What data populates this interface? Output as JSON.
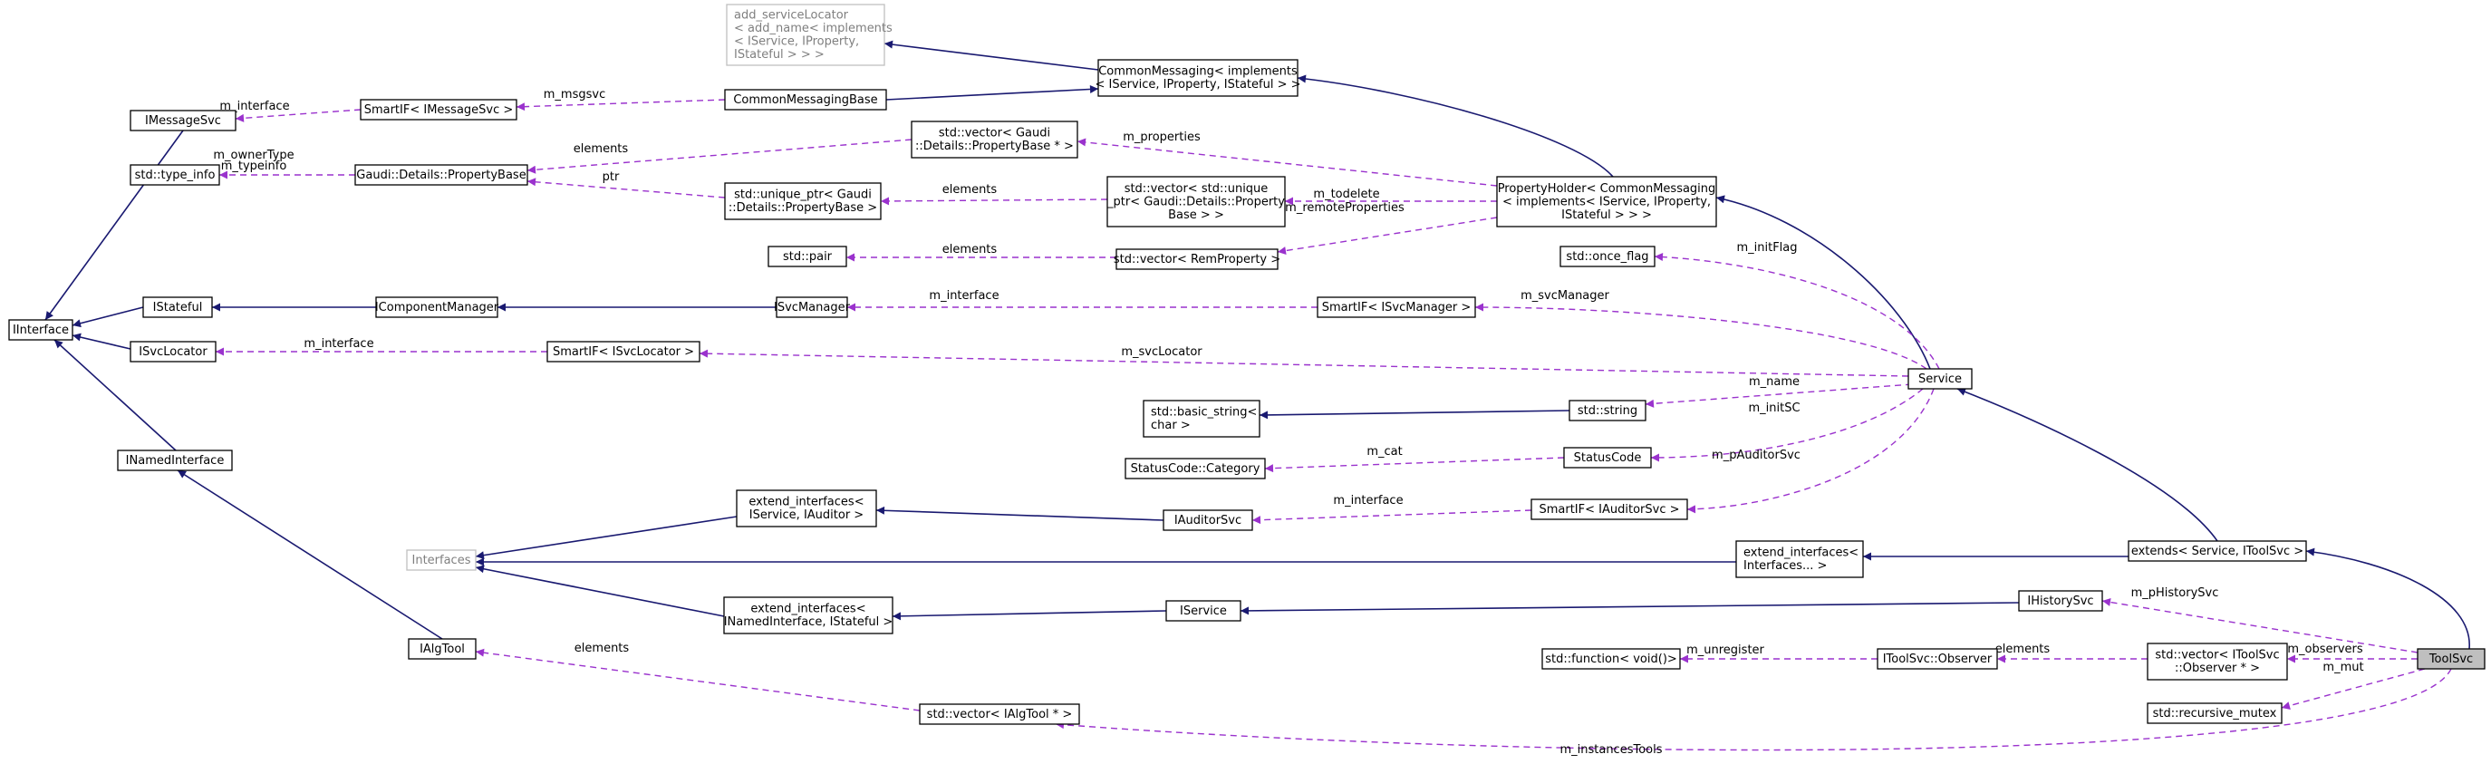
{
  "nodes": [
    {
      "id": "add_serviceLocator",
      "lines": [
        "add_serviceLocator",
        "< add_name< implements",
        "< IService, IProperty,",
        "IStateful > > >"
      ],
      "style": "gray",
      "align": "left"
    },
    {
      "id": "CommonMessaging",
      "lines": [
        "CommonMessaging< implements",
        "< IService, IProperty, IStateful > >"
      ]
    },
    {
      "id": "CommonMessagingBase",
      "lines": [
        "CommonMessagingBase"
      ]
    },
    {
      "id": "IMessageSvc",
      "lines": [
        "IMessageSvc"
      ]
    },
    {
      "id": "SmartIF_IMessageSvc",
      "lines": [
        "SmartIF< IMessageSvc >"
      ]
    },
    {
      "id": "std_vector_PropertyBase_ptr",
      "lines": [
        "std::vector< Gaudi",
        "::Details::PropertyBase * >"
      ]
    },
    {
      "id": "std_type_info",
      "lines": [
        "std::type_info"
      ]
    },
    {
      "id": "PropertyBase",
      "lines": [
        "Gaudi::Details::PropertyBase"
      ]
    },
    {
      "id": "std_unique_ptr_PropertyBase",
      "lines": [
        "std::unique_ptr< Gaudi",
        "::Details::PropertyBase >"
      ]
    },
    {
      "id": "std_vector_unique_ptr",
      "lines": [
        "std::vector< std::unique",
        "_ptr< Gaudi::Details::Property",
        "Base > >"
      ]
    },
    {
      "id": "PropertyHolder",
      "lines": [
        "PropertyHolder< CommonMessaging",
        "< implements< IService, IProperty,",
        "IStateful > > >"
      ]
    },
    {
      "id": "std_pair",
      "lines": [
        "std::pair"
      ]
    },
    {
      "id": "std_vector_RemProperty",
      "lines": [
        "std::vector< RemProperty >"
      ]
    },
    {
      "id": "std_once_flag",
      "lines": [
        "std::once_flag"
      ]
    },
    {
      "id": "IInterface",
      "lines": [
        "IInterface"
      ]
    },
    {
      "id": "IStateful",
      "lines": [
        "IStateful"
      ]
    },
    {
      "id": "IComponentManager",
      "lines": [
        "IComponentManager"
      ]
    },
    {
      "id": "ISvcManager",
      "lines": [
        "ISvcManager"
      ]
    },
    {
      "id": "SmartIF_ISvcManager",
      "lines": [
        "SmartIF< ISvcManager >"
      ]
    },
    {
      "id": "ISvcLocator",
      "lines": [
        "ISvcLocator"
      ]
    },
    {
      "id": "SmartIF_ISvcLocator",
      "lines": [
        "SmartIF< ISvcLocator >"
      ]
    },
    {
      "id": "Service",
      "lines": [
        "Service"
      ]
    },
    {
      "id": "std_basic_string",
      "lines": [
        "std::basic_string<",
        "char >"
      ],
      "align": "left"
    },
    {
      "id": "std_string",
      "lines": [
        "std::string"
      ]
    },
    {
      "id": "StatusCode_Category",
      "lines": [
        "StatusCode::Category"
      ]
    },
    {
      "id": "StatusCode",
      "lines": [
        "StatusCode"
      ]
    },
    {
      "id": "INamedInterface",
      "lines": [
        "INamedInterface"
      ]
    },
    {
      "id": "extend_interfaces_IService_IAuditor",
      "lines": [
        "extend_interfaces<",
        "IService, IAuditor >"
      ]
    },
    {
      "id": "IAuditorSvc",
      "lines": [
        "IAuditorSvc"
      ]
    },
    {
      "id": "SmartIF_IAuditorSvc",
      "lines": [
        "SmartIF< IAuditorSvc >"
      ]
    },
    {
      "id": "Interfaces",
      "lines": [
        "Interfaces"
      ],
      "style": "gray"
    },
    {
      "id": "extend_interfaces_Interfaces",
      "lines": [
        "extend_interfaces<",
        "Interfaces... >"
      ],
      "align": "left"
    },
    {
      "id": "extends_Service_IToolSvc",
      "lines": [
        "extends< Service, IToolSvc >"
      ]
    },
    {
      "id": "extend_interfaces_INamedInterface_IStateful",
      "lines": [
        "extend_interfaces<",
        "INamedInterface, IStateful >"
      ]
    },
    {
      "id": "IService",
      "lines": [
        "IService"
      ]
    },
    {
      "id": "IHistorySvc",
      "lines": [
        "IHistorySvc"
      ]
    },
    {
      "id": "IAlgTool",
      "lines": [
        "IAlgTool"
      ]
    },
    {
      "id": "std_function",
      "lines": [
        "std::function< void()>"
      ]
    },
    {
      "id": "IToolSvc_Observer",
      "lines": [
        "IToolSvc::Observer"
      ]
    },
    {
      "id": "std_vector_Observer",
      "lines": [
        "std::vector< IToolSvc",
        "::Observer * >"
      ]
    },
    {
      "id": "ToolSvc",
      "lines": [
        "ToolSvc"
      ],
      "style": "highlight"
    },
    {
      "id": "std_recursive_mutex",
      "lines": [
        "std::recursive_mutex"
      ]
    },
    {
      "id": "std_vector_IAlgTool",
      "lines": [
        "std::vector< IAlgTool * >"
      ]
    }
  ],
  "edges": [
    {
      "id": "e1",
      "from": "CommonMessaging",
      "to": "add_serviceLocator",
      "kind": "inheritance"
    },
    {
      "id": "e2",
      "from": "CommonMessagingBase",
      "to": "CommonMessaging",
      "kind": "inheritance"
    },
    {
      "id": "e3",
      "from": "PropertyHolder",
      "to": "CommonMessaging",
      "kind": "inheritance"
    },
    {
      "id": "e4",
      "from": "SmartIF_IMessageSvc",
      "to": "IMessageSvc",
      "kind": "usage",
      "label": "m_interface"
    },
    {
      "id": "e5",
      "from": "CommonMessagingBase",
      "to": "SmartIF_IMessageSvc",
      "kind": "usage",
      "label": "m_msgsvc"
    },
    {
      "id": "e6",
      "from": "PropertyHolder",
      "to": "std_vector_PropertyBase_ptr",
      "kind": "usage",
      "label": "m_properties"
    },
    {
      "id": "e7",
      "from": "std_vector_PropertyBase_ptr",
      "to": "PropertyBase",
      "kind": "usage",
      "label": "elements"
    },
    {
      "id": "e8",
      "from": "PropertyBase",
      "to": "std_type_info",
      "kind": "usage",
      "label": "m_ownerType\nm_typeinfo"
    },
    {
      "id": "e9",
      "from": "std_unique_ptr_PropertyBase",
      "to": "PropertyBase",
      "kind": "usage",
      "label": "ptr"
    },
    {
      "id": "e10",
      "from": "std_vector_unique_ptr",
      "to": "std_unique_ptr_PropertyBase",
      "kind": "usage",
      "label": "elements"
    },
    {
      "id": "e11",
      "from": "PropertyHolder",
      "to": "std_vector_unique_ptr",
      "kind": "usage",
      "label": "m_todelete"
    },
    {
      "id": "e12",
      "from": "PropertyHolder",
      "to": "std_vector_RemProperty",
      "kind": "usage",
      "label": "m_remoteProperties"
    },
    {
      "id": "e13",
      "from": "std_vector_RemProperty",
      "to": "std_pair",
      "kind": "usage",
      "label": "elements"
    },
    {
      "id": "e14",
      "from": "IMessageSvc",
      "to": "IInterface",
      "kind": "inheritance"
    },
    {
      "id": "e15",
      "from": "IStateful",
      "to": "IInterface",
      "kind": "inheritance"
    },
    {
      "id": "e16",
      "from": "ISvcLocator",
      "to": "IInterface",
      "kind": "inheritance"
    },
    {
      "id": "e17",
      "from": "INamedInterface",
      "to": "IInterface",
      "kind": "inheritance"
    },
    {
      "id": "e18",
      "from": "IComponentManager",
      "to": "IStateful",
      "kind": "inheritance"
    },
    {
      "id": "e19",
      "from": "ISvcManager",
      "to": "IComponentManager",
      "kind": "inheritance"
    },
    {
      "id": "e20",
      "from": "SmartIF_ISvcManager",
      "to": "ISvcManager",
      "kind": "usage",
      "label": "m_interface"
    },
    {
      "id": "e21",
      "from": "SmartIF_ISvcLocator",
      "to": "ISvcLocator",
      "kind": "usage",
      "label": "m_interface"
    },
    {
      "id": "e22",
      "from": "Service",
      "to": "PropertyHolder",
      "kind": "inheritance"
    },
    {
      "id": "e23",
      "from": "Service",
      "to": "std_once_flag",
      "kind": "usage",
      "label": "m_initFlag"
    },
    {
      "id": "e24",
      "from": "Service",
      "to": "SmartIF_ISvcManager",
      "kind": "usage",
      "label": "m_svcManager"
    },
    {
      "id": "e25",
      "from": "Service",
      "to": "SmartIF_ISvcLocator",
      "kind": "usage",
      "label": "m_svcLocator"
    },
    {
      "id": "e26",
      "from": "Service",
      "to": "std_string",
      "kind": "usage",
      "label": "m_name"
    },
    {
      "id": "e27",
      "from": "std_string",
      "to": "std_basic_string",
      "kind": "inheritance"
    },
    {
      "id": "e28",
      "from": "Service",
      "to": "StatusCode",
      "kind": "usage",
      "label": "m_initSC"
    },
    {
      "id": "e29",
      "from": "StatusCode",
      "to": "StatusCode_Category",
      "kind": "usage",
      "label": "m_cat"
    },
    {
      "id": "e30",
      "from": "Service",
      "to": "SmartIF_IAuditorSvc",
      "kind": "usage",
      "label": "m_pAuditorSvc"
    },
    {
      "id": "e31",
      "from": "SmartIF_IAuditorSvc",
      "to": "IAuditorSvc",
      "kind": "usage",
      "label": "m_interface"
    },
    {
      "id": "e32",
      "from": "IAuditorSvc",
      "to": "extend_interfaces_IService_IAuditor",
      "kind": "inheritance"
    },
    {
      "id": "e33",
      "from": "extend_interfaces_IService_IAuditor",
      "to": "Interfaces",
      "kind": "inheritance"
    },
    {
      "id": "e34",
      "from": "extend_interfaces_Interfaces",
      "to": "Interfaces",
      "kind": "inheritance"
    },
    {
      "id": "e35",
      "from": "extend_interfaces_INamedInterface_IStateful",
      "to": "Interfaces",
      "kind": "inheritance"
    },
    {
      "id": "e36",
      "from": "extends_Service_IToolSvc",
      "to": "Service",
      "kind": "inheritance"
    },
    {
      "id": "e37",
      "from": "extends_Service_IToolSvc",
      "to": "extend_interfaces_Interfaces",
      "kind": "inheritance"
    },
    {
      "id": "e38",
      "from": "IService",
      "to": "extend_interfaces_INamedInterface_IStateful",
      "kind": "inheritance"
    },
    {
      "id": "e39",
      "from": "IHistorySvc",
      "to": "IService",
      "kind": "inheritance"
    },
    {
      "id": "e40",
      "from": "IAlgTool",
      "to": "INamedInterface",
      "kind": "inheritance"
    },
    {
      "id": "e41",
      "from": "ToolSvc",
      "to": "extends_Service_IToolSvc",
      "kind": "inheritance"
    },
    {
      "id": "e42",
      "from": "ToolSvc",
      "to": "IHistorySvc",
      "kind": "usage",
      "label": "m_pHistorySvc"
    },
    {
      "id": "e43",
      "from": "ToolSvc",
      "to": "std_vector_Observer",
      "kind": "usage",
      "label": "m_observers"
    },
    {
      "id": "e44",
      "from": "std_vector_Observer",
      "to": "IToolSvc_Observer",
      "kind": "usage",
      "label": "elements"
    },
    {
      "id": "e45",
      "from": "IToolSvc_Observer",
      "to": "std_function",
      "kind": "usage",
      "label": "m_unregister"
    },
    {
      "id": "e46",
      "from": "ToolSvc",
      "to": "std_recursive_mutex",
      "kind": "usage",
      "label": "m_mut"
    },
    {
      "id": "e47",
      "from": "ToolSvc",
      "to": "std_vector_IAlgTool",
      "kind": "usage",
      "label": "m_instancesTools"
    },
    {
      "id": "e48",
      "from": "std_vector_IAlgTool",
      "to": "IAlgTool",
      "kind": "usage",
      "label": "elements"
    }
  ],
  "colors": {
    "inheritance_edge": "#191970",
    "usage_edge": "#9a32cd",
    "node_border": "#000000",
    "external_node_border": "#bfbfbf",
    "highlight_fill": "#bfbfbf"
  }
}
